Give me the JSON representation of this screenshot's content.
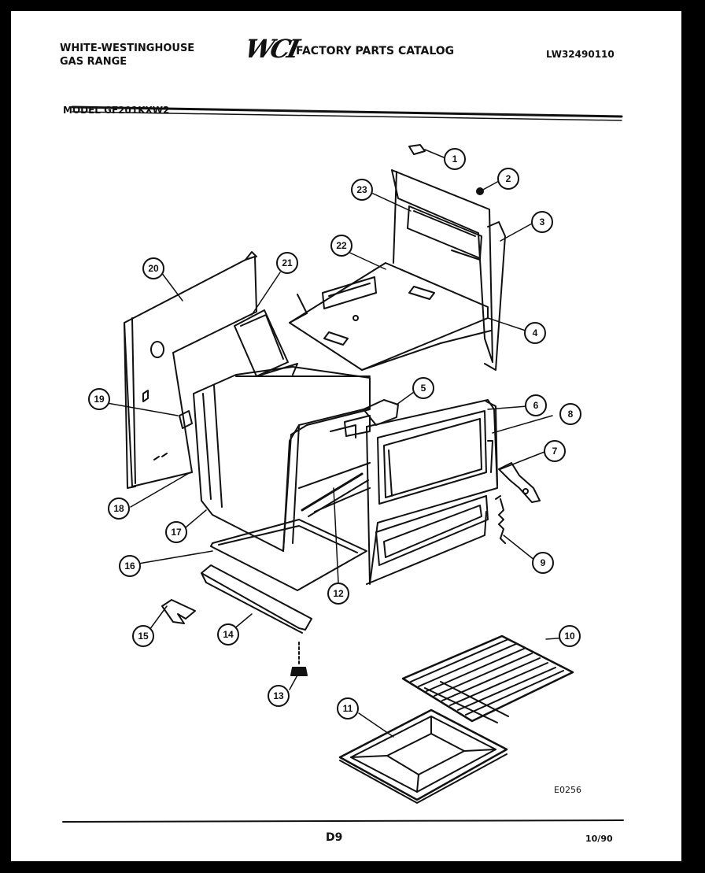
{
  "header": {
    "brand_line1": "WHITE-WESTINGHOUSE",
    "brand_line2": "GAS RANGE",
    "logo_text": "WCI",
    "catalog_title": "FACTORY PARTS CATALOG",
    "part_number": "LW32490110",
    "model_label": "MODEL GF201KXW2"
  },
  "footer": {
    "drawing_code": "E0256",
    "page": "D9",
    "date": "10/90"
  },
  "callouts": [
    "1",
    "2",
    "3",
    "4",
    "5",
    "6",
    "7",
    "8",
    "9",
    "10",
    "11",
    "12",
    "13",
    "14",
    "15",
    "16",
    "17",
    "18",
    "19",
    "20",
    "21",
    "22",
    "23"
  ]
}
